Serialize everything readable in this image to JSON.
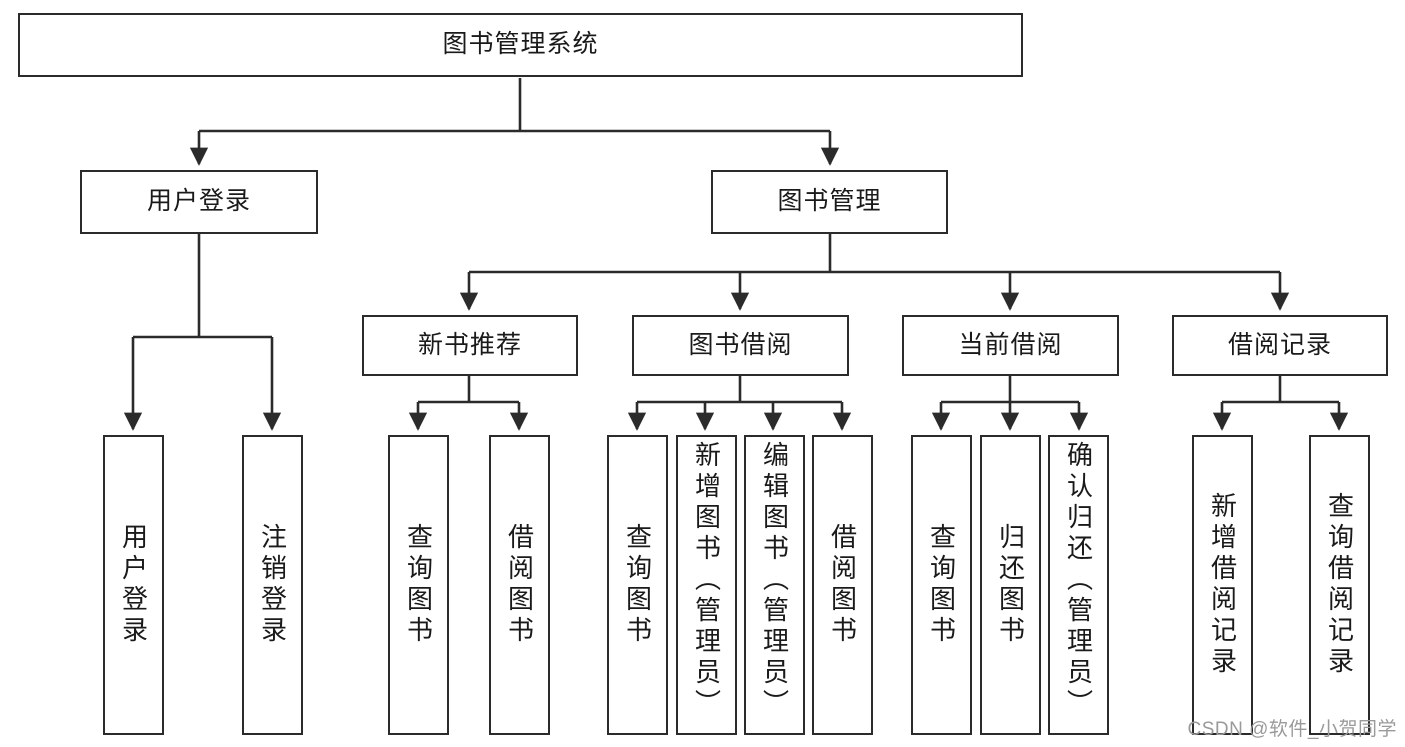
{
  "diagram": {
    "type": "tree-hierarchy-flowchart",
    "title": "图书管理系统",
    "watermark": "CSDN @软件_小贺同学",
    "colors": {
      "stroke": "#2b2b2b",
      "background": "#ffffff",
      "text": "#1a1a1a",
      "watermark": "#9a9a9a"
    },
    "levels": [
      {
        "level": 1,
        "nodes": [
          {
            "id": "root",
            "label": "图书管理系统",
            "orientation": "horizontal"
          }
        ]
      },
      {
        "level": 2,
        "nodes": [
          {
            "id": "login",
            "label": "用户登录",
            "orientation": "horizontal",
            "parent": "root"
          },
          {
            "id": "bookmgmt",
            "label": "图书管理",
            "orientation": "horizontal",
            "parent": "root"
          }
        ]
      },
      {
        "level": 3,
        "nodes": [
          {
            "id": "newbook",
            "label": "新书推荐",
            "orientation": "horizontal",
            "parent": "bookmgmt"
          },
          {
            "id": "borrow",
            "label": "图书借阅",
            "orientation": "horizontal",
            "parent": "bookmgmt"
          },
          {
            "id": "current",
            "label": "当前借阅",
            "orientation": "horizontal",
            "parent": "bookmgmt"
          },
          {
            "id": "records",
            "label": "借阅记录",
            "orientation": "horizontal",
            "parent": "bookmgmt"
          }
        ]
      },
      {
        "level": 4,
        "nodes": [
          {
            "id": "leaf1",
            "label": "用户登录",
            "orientation": "vertical",
            "parent": "login"
          },
          {
            "id": "leaf2",
            "label": "注销登录",
            "orientation": "vertical",
            "parent": "login"
          },
          {
            "id": "leaf3",
            "label": "查询图书",
            "orientation": "vertical",
            "parent": "newbook"
          },
          {
            "id": "leaf4",
            "label": "借阅图书",
            "orientation": "vertical",
            "parent": "newbook"
          },
          {
            "id": "leaf5",
            "label": "查询图书",
            "orientation": "vertical",
            "parent": "borrow"
          },
          {
            "id": "leaf6",
            "label": "新增图书（管理员）",
            "orientation": "vertical",
            "parent": "borrow"
          },
          {
            "id": "leaf7",
            "label": "编辑图书（管理员）",
            "orientation": "vertical",
            "parent": "borrow"
          },
          {
            "id": "leaf8",
            "label": "借阅图书",
            "orientation": "vertical",
            "parent": "borrow"
          },
          {
            "id": "leaf9",
            "label": "查询图书",
            "orientation": "vertical",
            "parent": "current"
          },
          {
            "id": "leaf10",
            "label": "归还图书",
            "orientation": "vertical",
            "parent": "current"
          },
          {
            "id": "leaf11",
            "label": "确认归还（管理员）",
            "orientation": "vertical",
            "parent": "current"
          },
          {
            "id": "leaf12",
            "label": "新增借阅记录",
            "orientation": "vertical",
            "parent": "records"
          },
          {
            "id": "leaf13",
            "label": "查询借阅记录",
            "orientation": "vertical",
            "parent": "records"
          }
        ]
      }
    ]
  }
}
